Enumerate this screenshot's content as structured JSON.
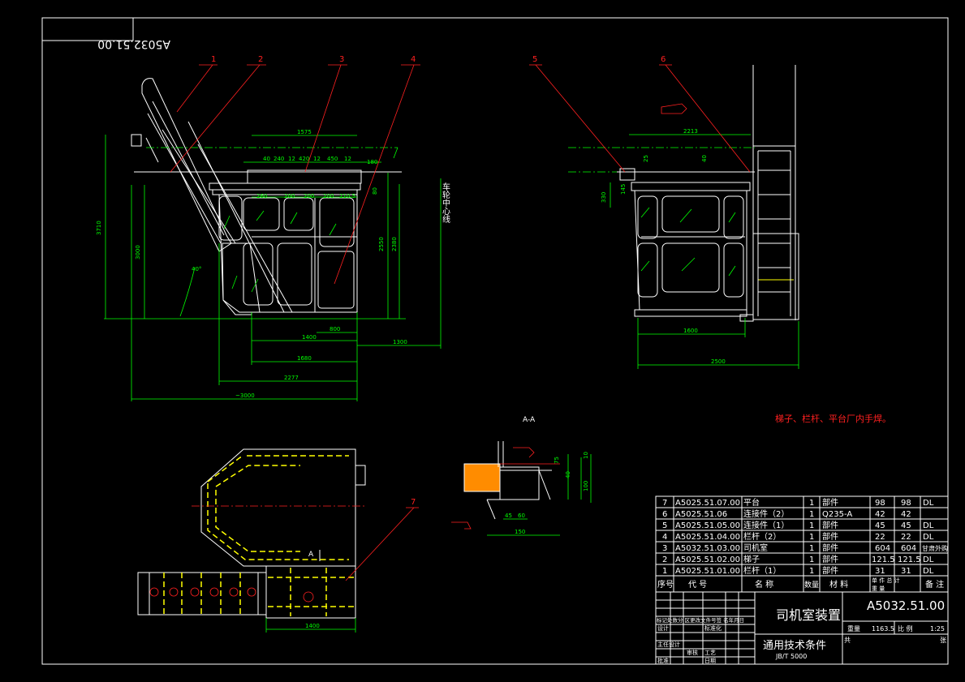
{
  "drawing": {
    "title_code_mirrored": "A5032.51.00",
    "center_line_label": "车轮中心线",
    "note": "梯子、栏杆、平台厂内手焊。",
    "section_label": "A-A",
    "section_marker": "A",
    "callouts": [
      "1",
      "2",
      "3",
      "4",
      "5",
      "6",
      "7"
    ],
    "front_view": {
      "top_dims": [
        "1575",
        "40",
        "240",
        "12",
        "420",
        "12",
        "450",
        "12",
        "180"
      ],
      "mid_dims": [
        "260",
        "200",
        "200",
        "200",
        "210.5"
      ],
      "left_heights": [
        "3710",
        "3000"
      ],
      "right_heights": [
        "2550",
        "2380"
      ],
      "side_dim": "80",
      "angle": "40°",
      "bottom_dims": [
        "1400",
        "800",
        "1300",
        "1680",
        "2277",
        "~3000"
      ]
    },
    "side_view": {
      "top_dim": "2213",
      "small_dims": [
        "25",
        "40",
        "330",
        "145"
      ],
      "bottom_dims": [
        "1600",
        "2500"
      ]
    },
    "plan_view": {
      "width_dim": "1400"
    },
    "section_view": {
      "dims": [
        "10",
        "40",
        "75",
        "100",
        "45",
        "60",
        "150"
      ]
    }
  },
  "bom": {
    "rows": [
      {
        "no": "7",
        "code": "A5025.51.07.00",
        "name": "平台",
        "qty": "1",
        "material": "部件",
        "unit_w": "98",
        "total_w": "98",
        "note": "DL"
      },
      {
        "no": "6",
        "code": "A5025.51.06",
        "name": "连接件（2）",
        "qty": "1",
        "material": "Q235-A",
        "unit_w": "42",
        "total_w": "42",
        "note": ""
      },
      {
        "no": "5",
        "code": "A5025.51.05.00",
        "name": "连接件（1）",
        "qty": "1",
        "material": "部件",
        "unit_w": "45",
        "total_w": "45",
        "note": "DL"
      },
      {
        "no": "4",
        "code": "A5025.51.04.00",
        "name": "栏杆（2）",
        "qty": "1",
        "material": "部件",
        "unit_w": "22",
        "total_w": "22",
        "note": "DL"
      },
      {
        "no": "3",
        "code": "A5032.51.03.00",
        "name": "司机室",
        "qty": "1",
        "material": "部件",
        "unit_w": "604",
        "total_w": "604",
        "note": "甘肃外购"
      },
      {
        "no": "2",
        "code": "A5025.51.02.00",
        "name": "梯子",
        "qty": "1",
        "material": "部件",
        "unit_w": "121.5",
        "total_w": "121.5",
        "note": "DL"
      },
      {
        "no": "1",
        "code": "A5025.51.01.00",
        "name": "栏杆（1）",
        "qty": "1",
        "material": "部件",
        "unit_w": "31",
        "total_w": "31",
        "note": "DL"
      }
    ],
    "headers": {
      "no": "序号",
      "code": "代  号",
      "name": "名    称",
      "qty": "数量",
      "material": "材    料",
      "weight_top": "单 件 总 计",
      "weight_bottom": "重      量",
      "note": "备 注"
    }
  },
  "title_block": {
    "drawing_title": "司机室装置",
    "drawing_code": "A5032.51.00",
    "spec_title": "通用技术条件",
    "spec_code": "JB/T 5000",
    "weight_label": "重量",
    "weight_value": "1163.5",
    "scale_label": "比 例",
    "scale_value": "1:25",
    "sheet_label": "共",
    "sheet_value": "张",
    "revision_header": "标记处数分 区更改文件号签 名年月日",
    "designer_label": "设计",
    "standard_label": "标准化",
    "responsible_label": "主任设计",
    "review_label": "审核",
    "process_label": "工艺",
    "approve_label": "批准",
    "date_label": "日期"
  }
}
